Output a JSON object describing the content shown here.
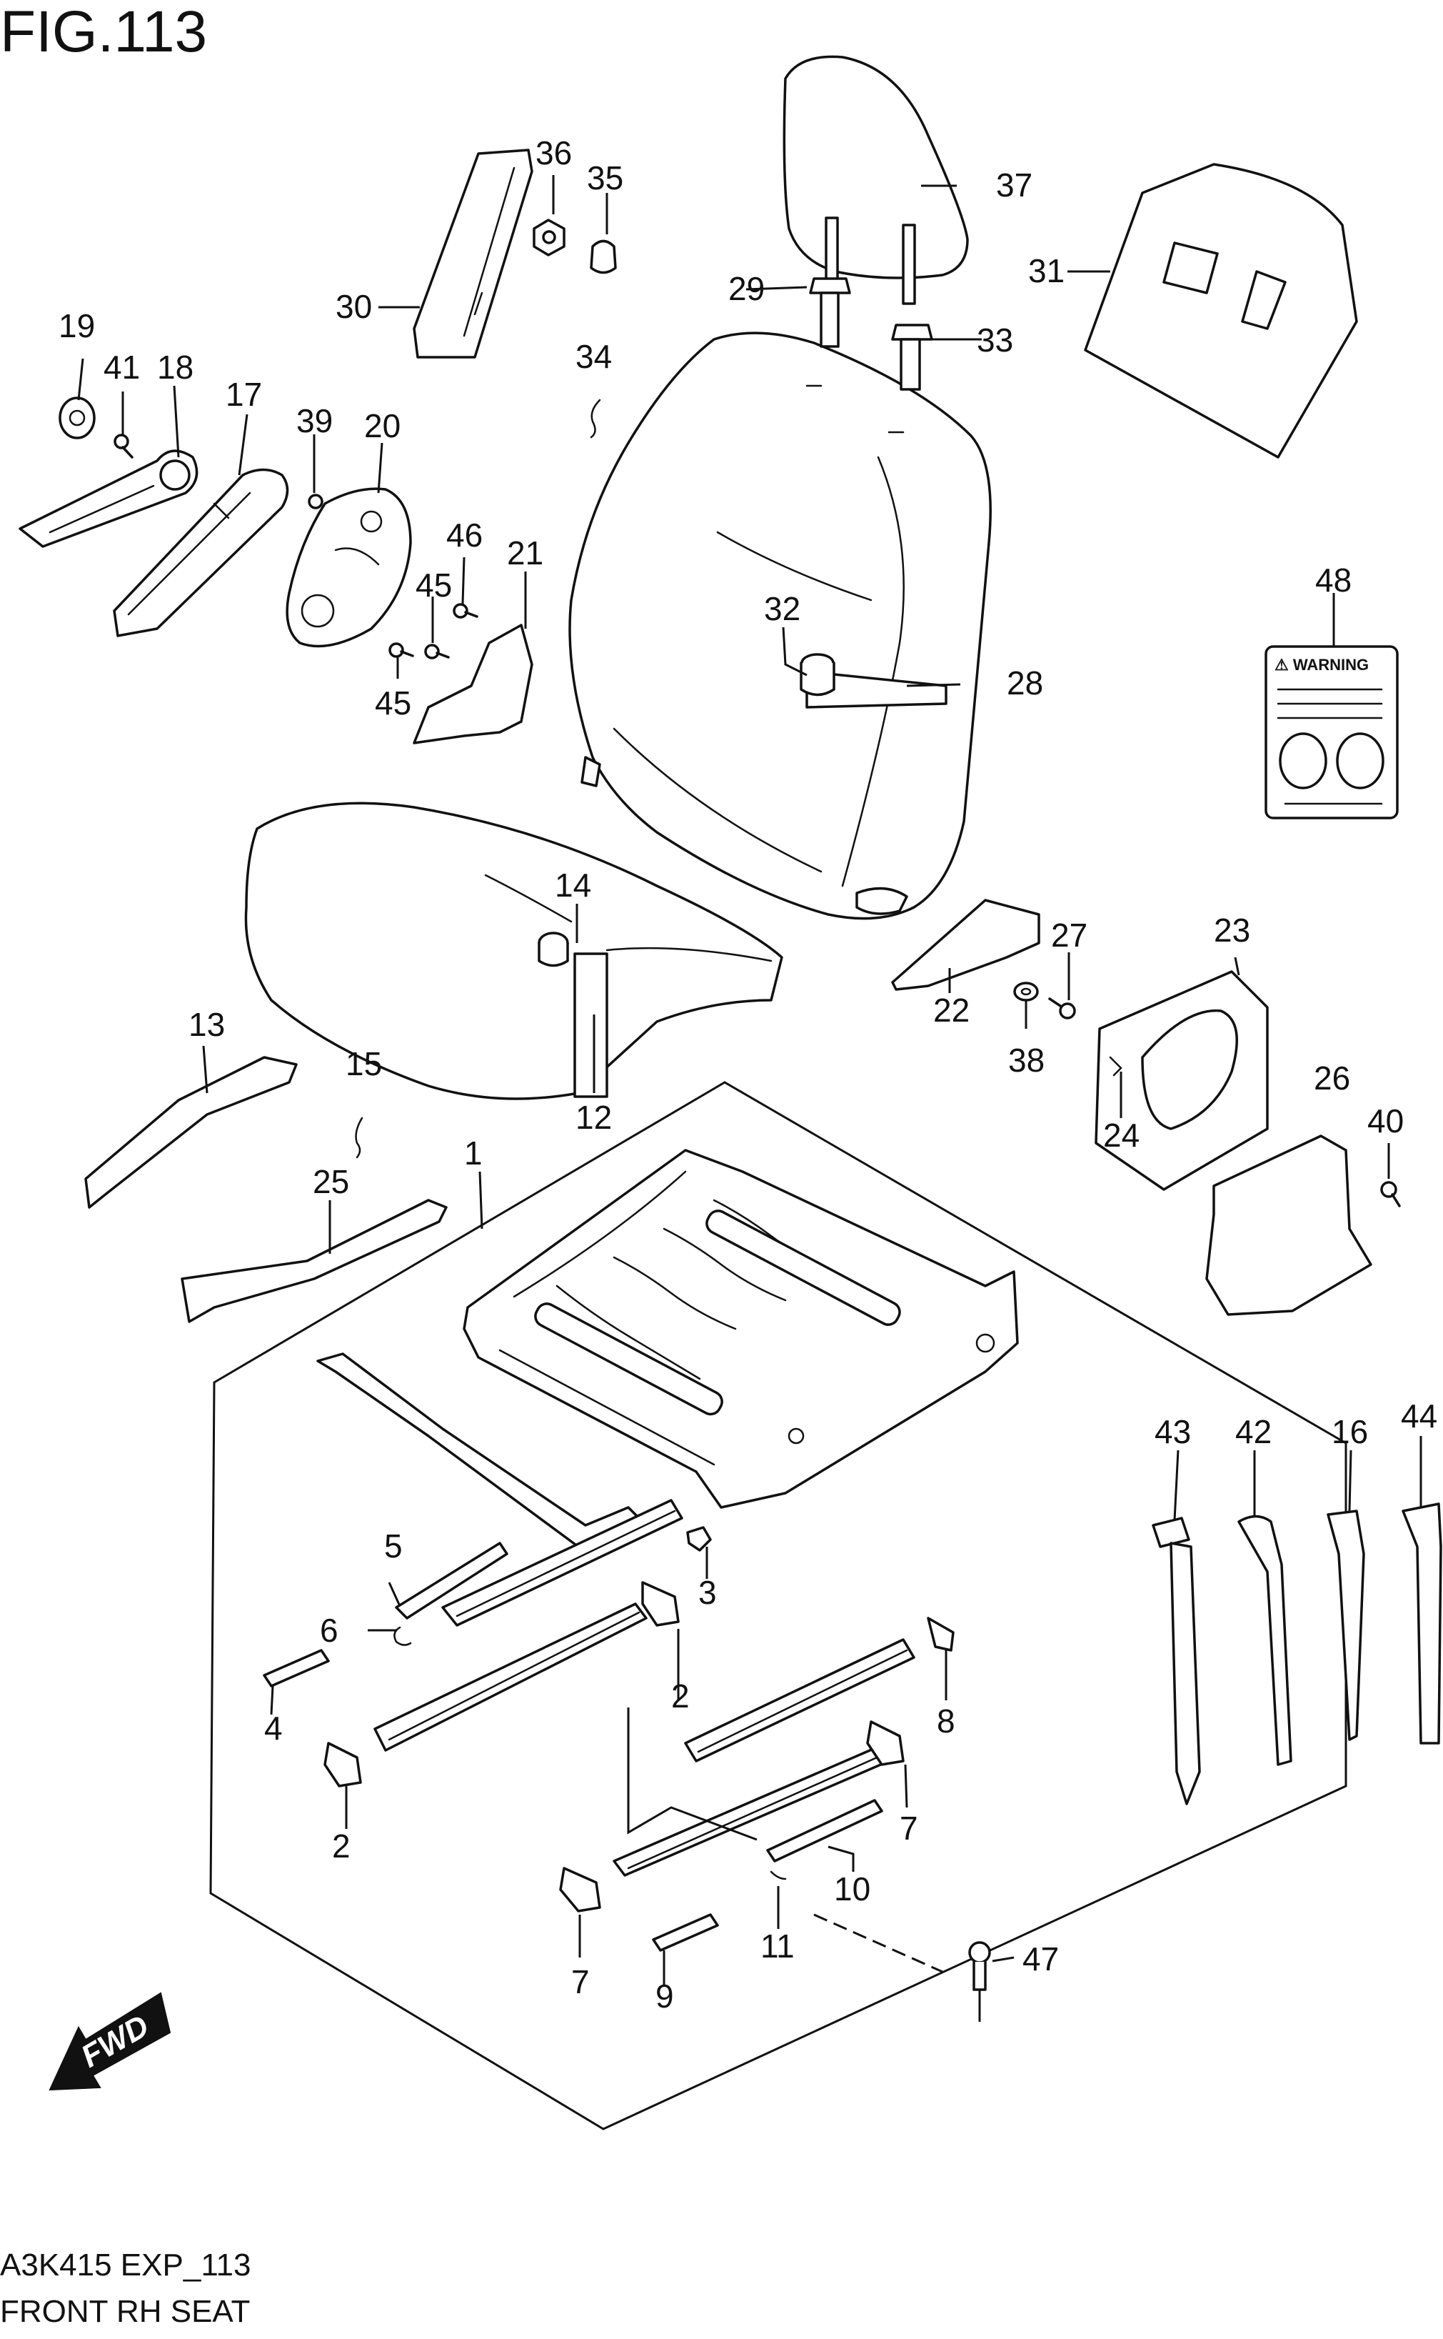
{
  "figure": {
    "title": "FIG.113",
    "code": "A3K415 EXP_113",
    "caption": "FRONT RH SEAT"
  },
  "labels": {
    "n1": "1",
    "n2a": "2",
    "n2b": "2",
    "n3": "3",
    "n4": "4",
    "n5": "5",
    "n6": "6",
    "n7a": "7",
    "n7b": "7",
    "n8": "8",
    "n9": "9",
    "n10": "10",
    "n11": "11",
    "n12": "12",
    "n13": "13",
    "n14": "14",
    "n15": "15",
    "n16": "16",
    "n17": "17",
    "n18": "18",
    "n19": "19",
    "n20": "20",
    "n21": "21",
    "n22": "22",
    "n23": "23",
    "n24": "24",
    "n25": "25",
    "n26": "26",
    "n27": "27",
    "n28": "28",
    "n29": "29",
    "n30": "30",
    "n31": "31",
    "n32": "32",
    "n33": "33",
    "n34": "34",
    "n35": "35",
    "n36": "36",
    "n37": "37",
    "n38": "38",
    "n39": "39",
    "n40": "40",
    "n41": "41",
    "n42": "42",
    "n43": "43",
    "n44": "44",
    "n45a": "45",
    "n45b": "45",
    "n46": "46",
    "n47": "47",
    "n48": "48"
  },
  "warning_label": {
    "heading": "⚠ WARNING"
  },
  "fwd_arrow": {
    "text": "FWD"
  }
}
